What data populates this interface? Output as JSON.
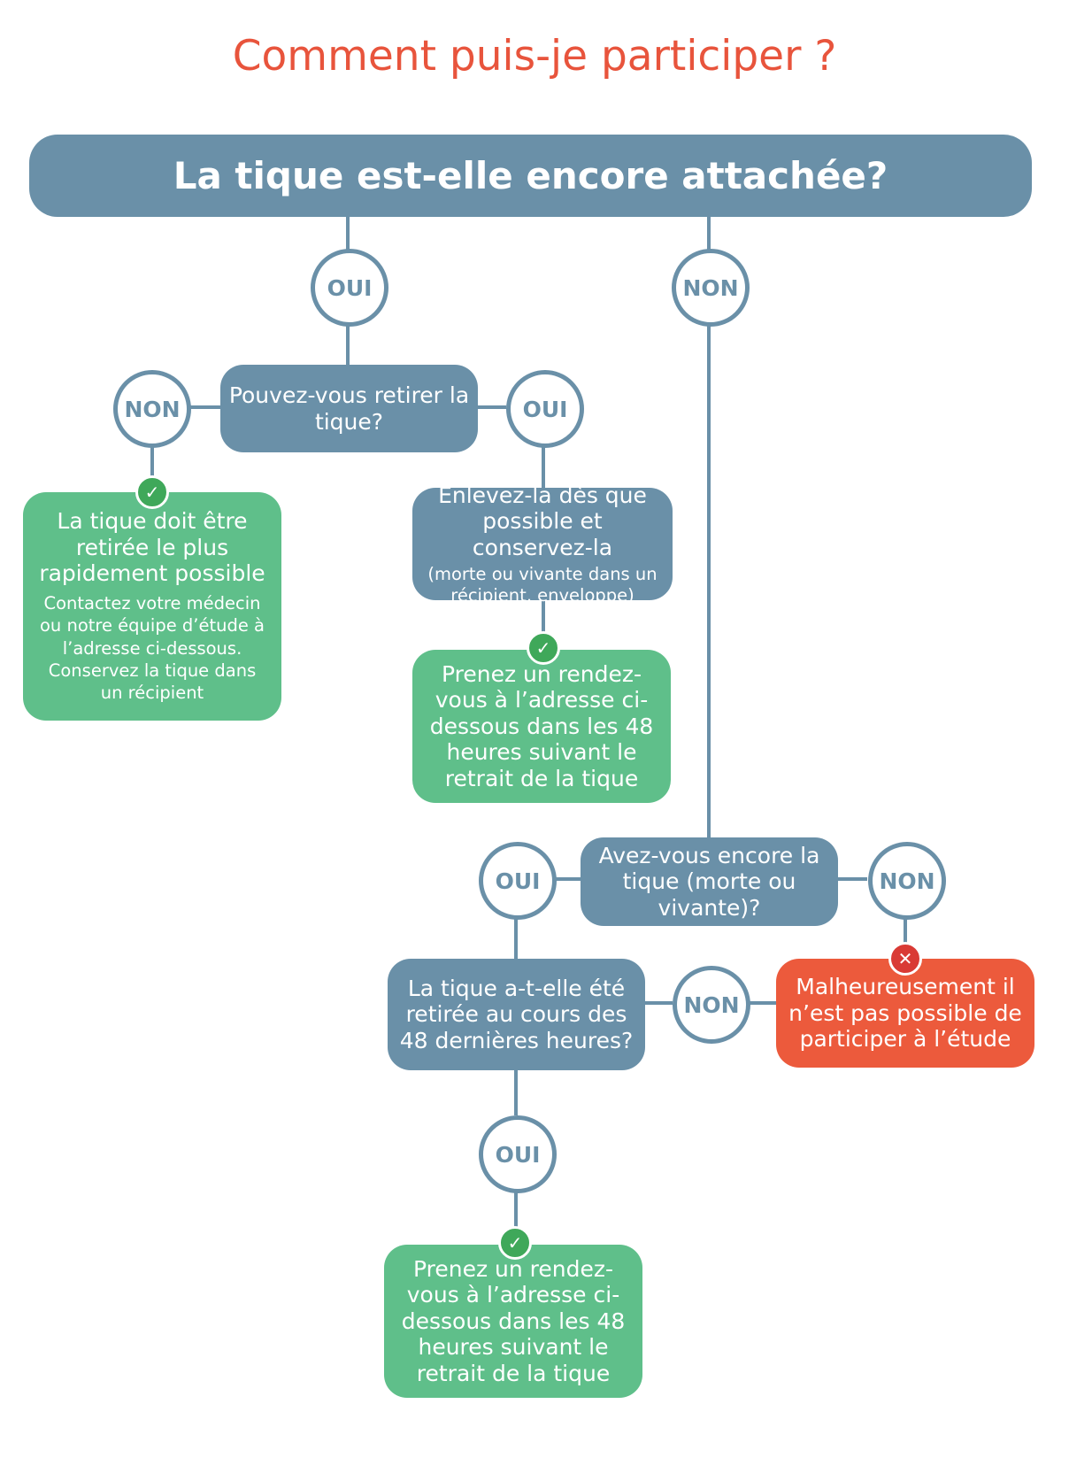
{
  "title": "Comment puis-je participer ?",
  "header": "La tique est-elle encore attachée?",
  "labels": {
    "oui": "OUI",
    "non": "NON"
  },
  "icons": {
    "check": "check-icon",
    "cross": "cross-icon"
  },
  "colors": {
    "title": "#E8543C",
    "question": "#6A90A8",
    "success": "#5FBF8A",
    "failure": "#EC5A3C"
  },
  "nodes": {
    "q_remove": "Pouvez-vous retirer la tique?",
    "remove_asap": {
      "title": "La tique doit être retirée le plus rapidement possible",
      "detail": "Contactez votre médecin ou notre équipe d’étude à l’adresse ci-dessous. Conservez la tique dans un récipient"
    },
    "remove_keep": {
      "title": "Enlevez-la dès que possible et conservez-la",
      "detail": "(morte ou vivante dans un récipient, enveloppe)"
    },
    "appointment_1": "Prenez un rendez-vous à l’adresse ci-dessous dans les 48 heures suivant le retrait de la tique",
    "q_still_have": "Avez-vous encore la tique (morte ou vivante)?",
    "q_48h": "La tique a-t-elle été retirée au cours des 48 dernières heures?",
    "not_possible": "Malheureusement il n’est pas possible de participer à l’étude",
    "appointment_2": "Prenez un rendez-vous à l’adresse ci-dessous dans les 48 heures suivant le retrait de la tique"
  }
}
